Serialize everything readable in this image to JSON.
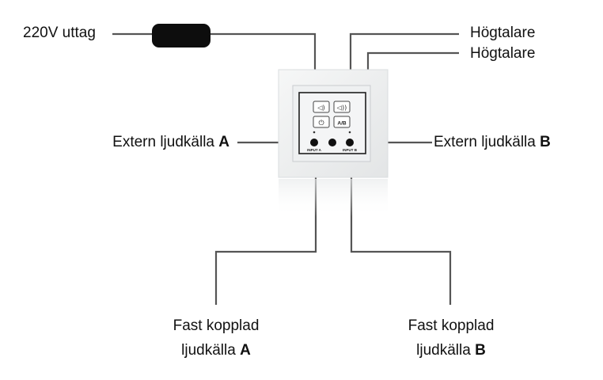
{
  "labels": {
    "power_outlet": "220V uttag",
    "speaker_1": "Högtalare",
    "speaker_2": "Högtalare",
    "ext_source_a": {
      "text": "Extern ljudkälla ",
      "letter": "A"
    },
    "ext_source_b": {
      "text": "Extern ljudkälla ",
      "letter": "B"
    },
    "fixed_a": {
      "line1": "Fast kopplad",
      "line2": "ljudkälla ",
      "letter": "A"
    },
    "fixed_b": {
      "line1": "Fast kopplad",
      "line2": "ljudkälla ",
      "letter": "B"
    }
  },
  "device": {
    "input_a_label": "INPUT A",
    "input_b_label": "INPUT B",
    "ab_button_label": "A/B"
  },
  "colors": {
    "line": "#555555",
    "plate": "#eef0f0",
    "adapter": "#0d0d0d",
    "jack": "#101010"
  }
}
